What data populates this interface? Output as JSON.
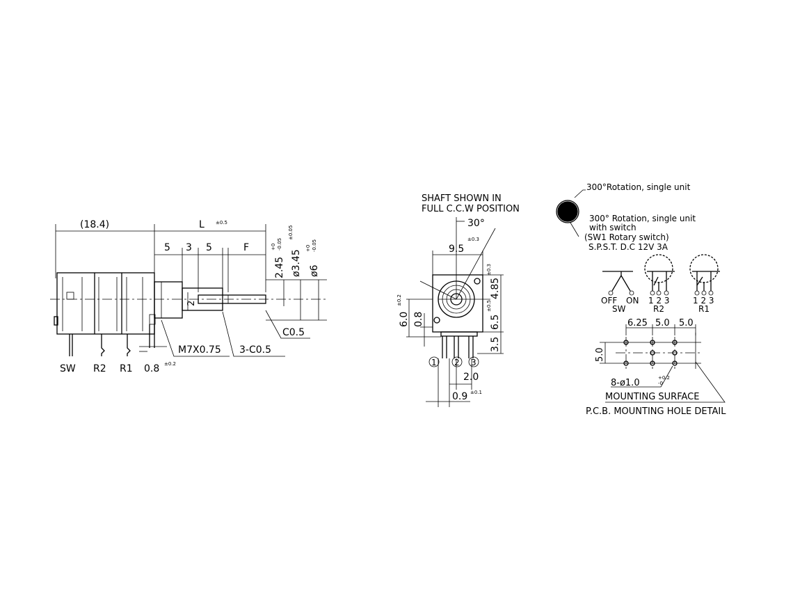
{
  "side_view": {
    "dim_body": "(18.4)",
    "dim_shaft": "L",
    "dim_shaft_tol": "±0.5",
    "dim_5a": "5",
    "dim_3": "3",
    "dim_5b": "5",
    "dim_f": "F",
    "dim_245": "2.45",
    "dim_245_tol_top": "+0",
    "dim_245_tol_bot": "-0.05",
    "dim_345": "ø3.45",
    "dim_345_tol": "±0.05",
    "dim_6": "ø6",
    "dim_6_tol_top": "+0",
    "dim_6_tol_bot": "-0.05",
    "dim_2": "2",
    "c05": "C0.5",
    "c05_3": "3-C0.5",
    "thread": "M7X0.75",
    "dim_08": "0.8",
    "dim_08_tol": "±0.2",
    "label_sw": "SW",
    "label_r2": "R2",
    "label_r1": "R1"
  },
  "front_view": {
    "note_line1": "SHAFT SHOWN IN",
    "note_line2": "FULL C.C.W POSITION",
    "angle": "30°",
    "dim_95": "9.5",
    "dim_95_tol": "±0.3",
    "dim_485": "4.85",
    "dim_485_tol": "±0.3",
    "dim_65": "6.5",
    "dim_65_tol": "±0.5",
    "dim_35": "3.5",
    "dim_60": "6.0",
    "dim_60_tol": "±0.2",
    "dim_08": "0.8",
    "pin1": "1",
    "pin2": "2",
    "pin3": "3",
    "dim_20": "2.0",
    "dim_09": "0.9",
    "dim_09_tol": "±0.1"
  },
  "schematic": {
    "rotation_single": "300°Rotation, single unit",
    "rotation_switch_l1": "300° Rotation, single unit",
    "rotation_switch_l2": "with switch",
    "rotation_switch_l3": "(SW1 Rotary switch)",
    "switch_rating": "S.P.S.T. D.C 12V 3A",
    "sw_off": "OFF",
    "sw_on": "ON",
    "sw_label": "SW",
    "r2_pins": "1 2 3",
    "r2_label": "R2",
    "r1_pins": "1 2 3",
    "r1_label": "R1"
  },
  "pcb": {
    "dim_625": "6.25",
    "dim_50a": "5.0",
    "dim_50b": "5.0",
    "dim_50v": "5.0",
    "hole": "8-ø1.0",
    "hole_tol_top": "+0.2",
    "hole_tol_bot": "-0",
    "mounting_surface": "MOUNTING SURFACE",
    "detail_title": "P.C.B. MOUNTING HOLE DETAIL"
  }
}
